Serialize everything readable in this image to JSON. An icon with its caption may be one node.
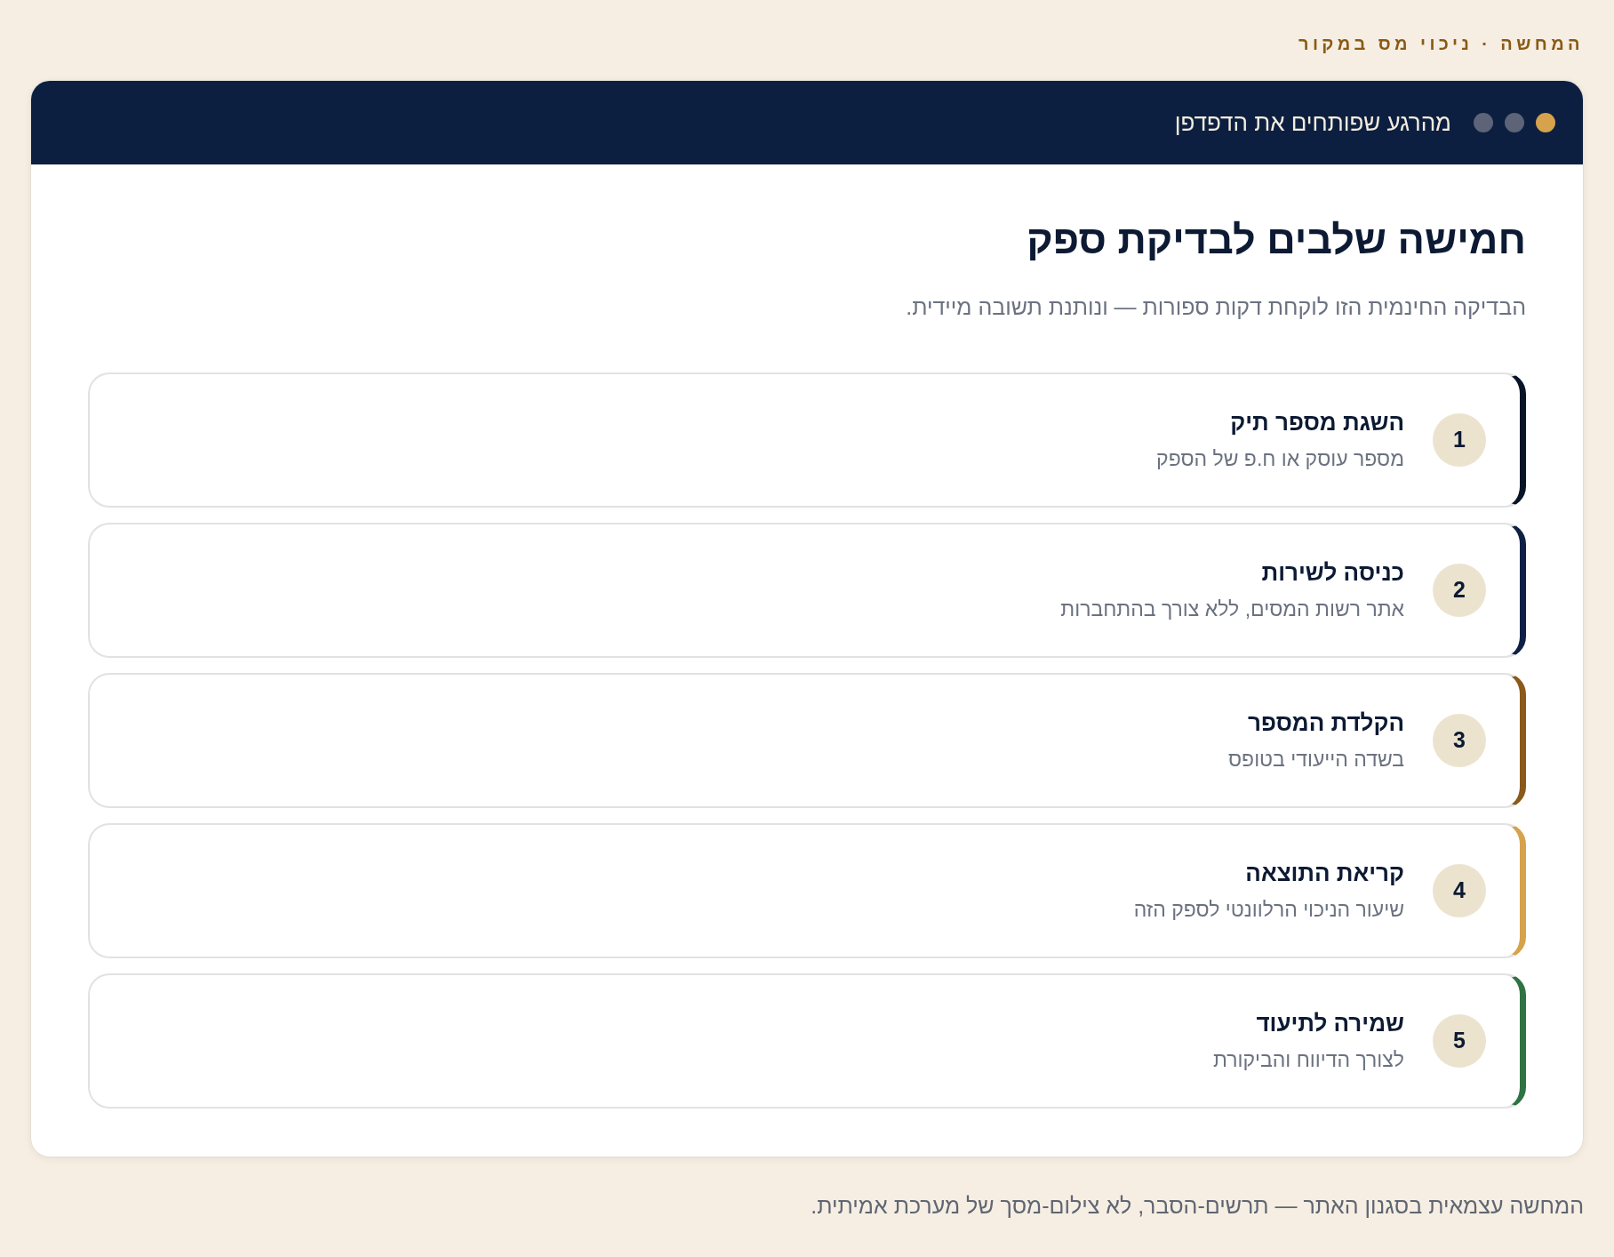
{
  "diagram": {
    "title": "חמישה שלבים לבדיקת ספק",
    "nodes": [
      {
        "text": [
          "מהרגע שפותחים את הדפדפן"
        ]
      },
      {
        "text": [
          "השגת מספר תיק",
          "מספר עוסק או ח.פ של הספק"
        ],
        "in": 0
      },
      {
        "text": [
          "1"
        ],
        "in": 1
      },
      {
        "text": [
          "כניסה לשירות",
          "אתר רשות המסים, ללא צורך בהתחברות"
        ],
        "in": 0
      },
      {
        "text": [
          "2"
        ],
        "in": 3
      },
      {
        "text": [
          "הקלדת המספר",
          "בשדה הייעודי בטופס"
        ],
        "in": 0
      },
      {
        "text": [
          "3"
        ],
        "in": 5
      },
      {
        "text": [
          "קריאת התוצאה",
          "שיעור הניכוי הרלוונטי לספק הזה"
        ],
        "in": 0
      },
      {
        "text": [
          "4"
        ],
        "in": 7
      },
      {
        "text": [
          "שמירה לתיעוד",
          "לצורך הדיווח והביקורת"
        ],
        "in": 0
      },
      {
        "text": [
          "5"
        ],
        "in": 9
      }
    ],
    "labels": [
      "המחשה · ניכוי מס במקור",
      "הבדיקה החינמית הזו לוקחת דקות ספורות — ונותנת תשובה מיידית."
    ],
    "caption": "המחשה עצמאית בסגנון האתר — תרשים-הסבר, לא צילום-מסך של מערכת אמיתית."
  }
}
